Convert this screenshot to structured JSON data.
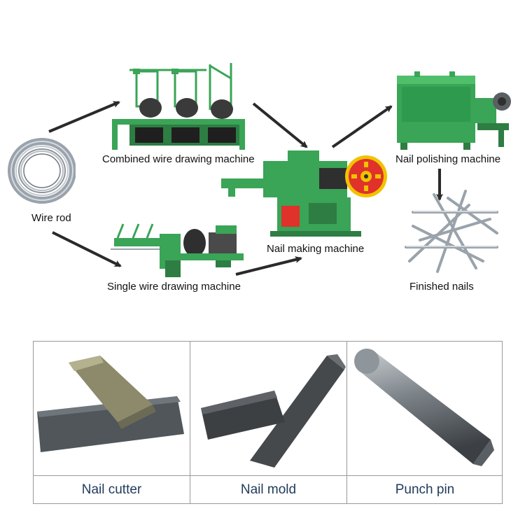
{
  "flow": {
    "nodes": [
      {
        "id": "wire-rod",
        "label": "Wire rod"
      },
      {
        "id": "combined",
        "label": "Combined wire drawing machine"
      },
      {
        "id": "single",
        "label": "Single wire drawing machine"
      },
      {
        "id": "nail-making",
        "label": "Nail making machine"
      },
      {
        "id": "polishing",
        "label": "Nail polishing machine"
      },
      {
        "id": "finished",
        "label": "Finished nails"
      }
    ],
    "edges": [
      [
        "wire-rod",
        "combined"
      ],
      [
        "wire-rod",
        "single"
      ],
      [
        "combined",
        "nail-making"
      ],
      [
        "single",
        "nail-making"
      ],
      [
        "nail-making",
        "polishing"
      ],
      [
        "polishing",
        "finished"
      ]
    ]
  },
  "tools": [
    {
      "label": "Nail cutter"
    },
    {
      "label": "Nail mold"
    },
    {
      "label": "Punch pin"
    }
  ],
  "colors": {
    "machine_green": "#3aa457",
    "machine_dark": "#2f2f2f",
    "wheel_red": "#e0322b",
    "wheel_yellow": "#f2c200",
    "arrow": "#2a2a2a",
    "caption_text": "#1f3a5a",
    "steel": "#7d848a"
  }
}
